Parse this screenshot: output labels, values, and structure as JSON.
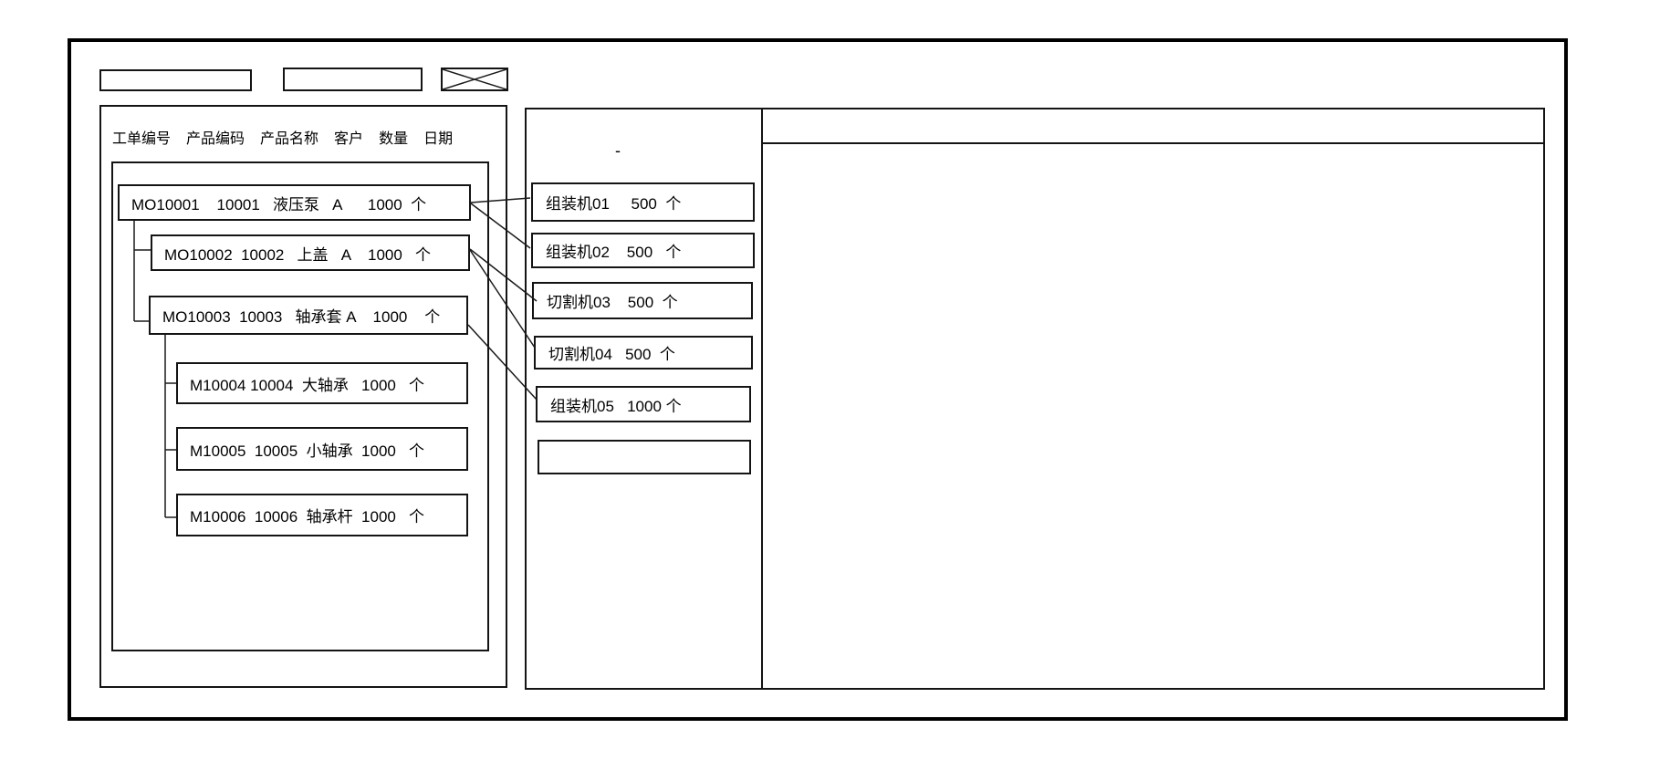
{
  "app": {
    "toolbar": {
      "input_left": {
        "value": ""
      },
      "input_right": {
        "value": ""
      },
      "close_box_symbol": "X"
    },
    "work_order_panel": {
      "column_headers": [
        "工单编号",
        "产品编码",
        "产品名称",
        "客户",
        "数量",
        "日期"
      ],
      "orders": [
        {
          "text": "MO10001    10001   液压泵   A      1000  个",
          "order_no": "MO10001",
          "product_code": "10001",
          "product_name": "液压泵",
          "customer": "A",
          "quantity": "1000",
          "unit": "个",
          "level": 0
        },
        {
          "text": "MO10002  10002   上盖   A    1000   个",
          "order_no": "MO10002",
          "product_code": "10002",
          "product_name": "上盖",
          "customer": "A",
          "quantity": "1000",
          "unit": "个",
          "level": 1
        },
        {
          "text": "MO10003  10003   轴承套 A    1000    个",
          "order_no": "MO10003",
          "product_code": "10003",
          "product_name": "轴承套",
          "customer": "A",
          "quantity": "1000",
          "unit": "个",
          "level": 1
        },
        {
          "text": "M10004 10004  大轴承   1000   个",
          "order_no": "M10004",
          "product_code": "10004",
          "product_name": "大轴承",
          "quantity": "1000",
          "unit": "个",
          "level": 2
        },
        {
          "text": "M10005  10005  小轴承  1000   个",
          "order_no": "M10005",
          "product_code": "10005",
          "product_name": "小轴承",
          "quantity": "1000",
          "unit": "个",
          "level": 2
        },
        {
          "text": "M10006  10006  轴承杆  1000   个",
          "order_no": "M10006",
          "product_code": "10006",
          "product_name": "轴承杆",
          "quantity": "1000",
          "unit": "个",
          "level": 2
        }
      ]
    },
    "machine_panel": {
      "dash_mark": "-",
      "machines": [
        {
          "text": "组装机01     500  个",
          "name": "组装机01",
          "quantity": "500",
          "unit": "个"
        },
        {
          "text": "组装机02    500   个",
          "name": "组装机02",
          "quantity": "500",
          "unit": "个"
        },
        {
          "text": "切割机03    500  个",
          "name": "切割机03",
          "quantity": "500",
          "unit": "个"
        },
        {
          "text": "切割机04   500  个",
          "name": "切割机04",
          "quantity": "500",
          "unit": "个"
        },
        {
          "text": "组装机05   1000 个",
          "name": "组装机05",
          "quantity": "1000",
          "unit": "个"
        },
        {
          "text": "",
          "name": "",
          "quantity": "",
          "unit": ""
        }
      ]
    },
    "schedule_panel": {
      "content": ""
    }
  },
  "colors": {
    "stroke": "#000000",
    "background": "#ffffff"
  }
}
